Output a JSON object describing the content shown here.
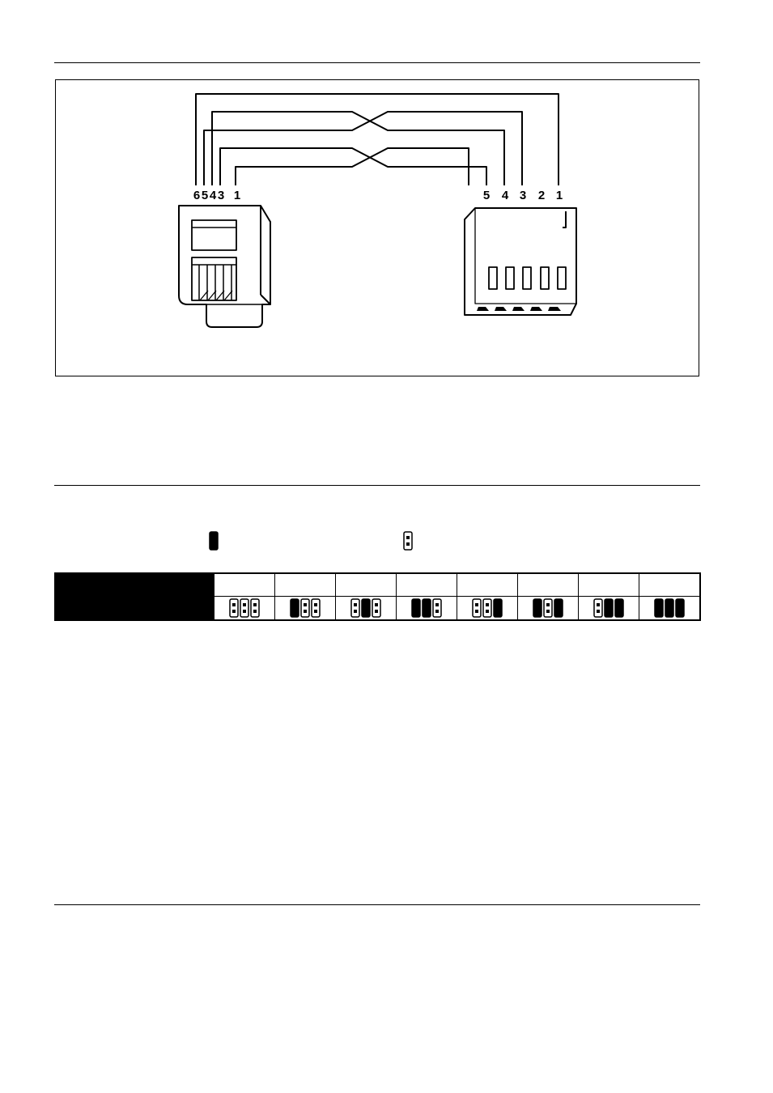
{
  "diagram": {
    "left_plug_pin_labels": [
      "6",
      "5",
      "4",
      "3",
      "1"
    ],
    "right_jack_pin_labels": [
      "5",
      "4",
      "3",
      "2",
      "1"
    ]
  },
  "legend": {
    "closed_symbol": "jumper-closed-icon",
    "open_symbol": "jumper-open-icon"
  },
  "jumper_table": {
    "header": "",
    "columns": [
      {
        "label": "",
        "jumpers": [
          false,
          false,
          false
        ]
      },
      {
        "label": "",
        "jumpers": [
          true,
          false,
          false
        ]
      },
      {
        "label": "",
        "jumpers": [
          false,
          true,
          false
        ]
      },
      {
        "label": "",
        "jumpers": [
          true,
          true,
          false
        ]
      },
      {
        "label": "",
        "jumpers": [
          false,
          false,
          true
        ]
      },
      {
        "label": "",
        "jumpers": [
          true,
          false,
          true
        ]
      },
      {
        "label": "",
        "jumpers": [
          false,
          true,
          true
        ]
      },
      {
        "label": "",
        "jumpers": [
          true,
          true,
          true
        ]
      }
    ]
  }
}
